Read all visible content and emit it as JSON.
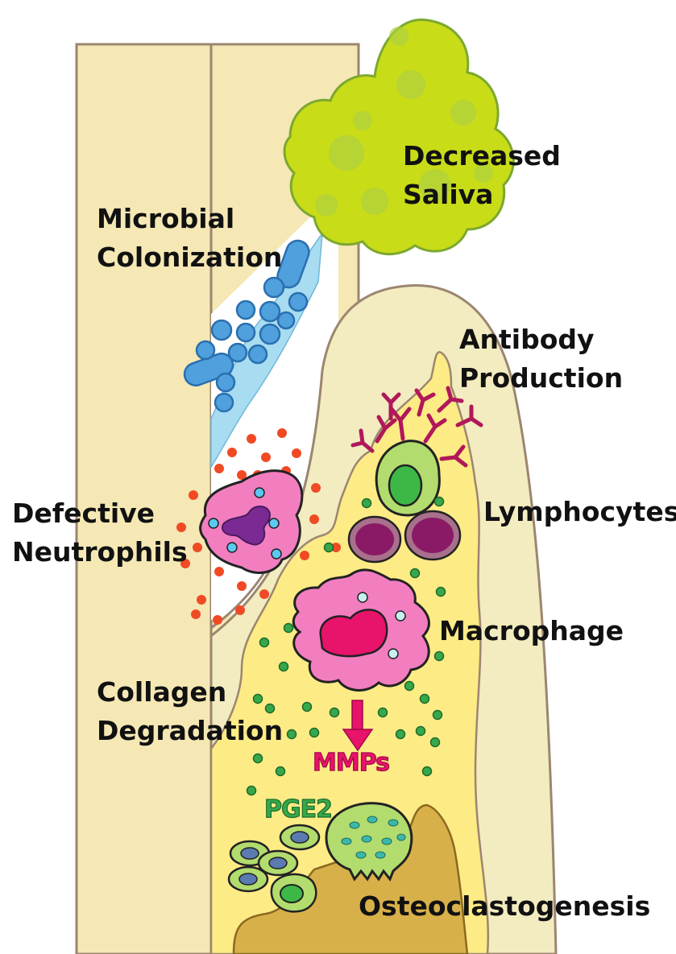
{
  "labels": {
    "decreased_saliva": [
      "Decreased",
      "Saliva"
    ],
    "microbial_colonization": [
      "Microbial",
      "Colonization"
    ],
    "antibody_production": [
      "Antibody",
      "Production"
    ],
    "defective_neutrophils": [
      "Defective",
      "Neutrophils"
    ],
    "lymphocytes": "Lymphocytes",
    "macrophage": "Macrophage",
    "collagen_degradation": [
      "Collagen",
      "Degradation"
    ],
    "mmps": "MMPs",
    "pge2": "PGE2",
    "osteoclastogenesis": "Osteoclastogenesis"
  },
  "colors": {
    "tooth": "#f5e8b5",
    "gingiva": "#f2ecc0",
    "inflamed_tissue": "#fdeb85",
    "bone": "#d8b04a",
    "saliva": "#c8dc18",
    "bacteria": "#4fa0dc",
    "neutrophil": "#f27ec0",
    "lymphocyte": "#8a1a66",
    "antibody": "#b0185a",
    "mmp": "#e8136a",
    "pge2": "#37a84a"
  }
}
